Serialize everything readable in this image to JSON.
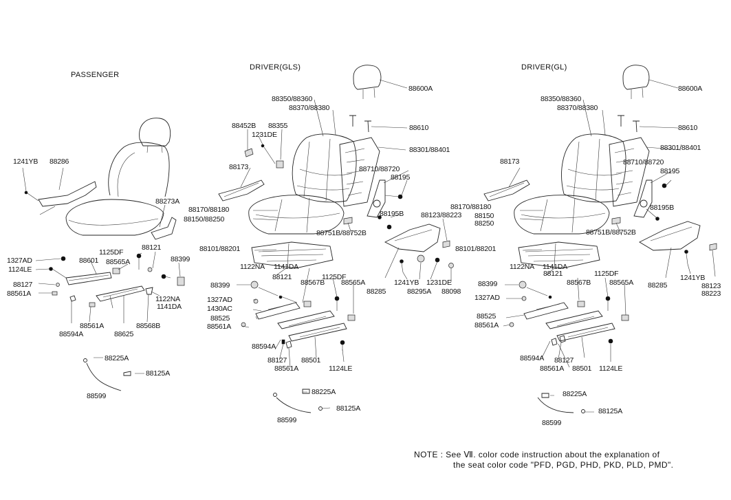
{
  "sections": {
    "passenger": "PASSENGER",
    "driver_gls": "DRIVER(GLS)",
    "driver_gl": "DRIVER(GL)"
  },
  "passenger_parts": {
    "p1241YB": "1241YB",
    "p88286": "88286",
    "p88273A": "88273A",
    "p1327AD": "1327AD",
    "p1124LE": "1124LE",
    "p88127": "88127",
    "p88561A_l": "88561A",
    "p88601": "88601",
    "p88565A": "88565A",
    "p1125DF": "1125DF",
    "p88121": "88121",
    "p88399": "88399",
    "p1122NA": "1122NA",
    "p1141DA": "1141DA",
    "p88561A_b": "88561A",
    "p88568B": "88568B",
    "p88594A": "88594A",
    "p88625": "88625",
    "p88225A": "88225A",
    "p88125A": "88125A",
    "p88599": "88599"
  },
  "gls_parts": {
    "g88350": "88350/88360",
    "g88370": "88370/88380",
    "g88600A": "88600A",
    "g88452B": "88452B",
    "g88355": "88355",
    "g1231DE_t": "1231DE",
    "g88610": "88610",
    "g88301": "88301/88401",
    "g88173": "88173",
    "g88710": "88710/88720",
    "g88195": "88195",
    "g88170": "88170/88180",
    "g88150": "88150/88250",
    "g88195B": "88195B",
    "g88123": "88123/88223",
    "g88751B": "88751B/88752B",
    "g88101": "88101/88201",
    "g1122NA": "1122NA",
    "g1141DA": "1141DA",
    "g88399": "88399",
    "g88121": "88121",
    "g1125DF": "1125DF",
    "g88567B": "88567B",
    "g88565A": "88565A",
    "g88285": "88285",
    "g1241YB": "1241YB",
    "g1231DE": "1231DE",
    "g88295A": "88295A",
    "g88098": "88098",
    "g1327AD": "1327AD",
    "g1430AC": "1430AC",
    "g88525": "88525",
    "g88561A": "88561A",
    "g88594A": "88594A",
    "g88127": "88127",
    "g88561A_b": "88561A",
    "g88501": "88501",
    "g1124LE": "1124LE",
    "g88225A": "88225A",
    "g88125A": "88125A",
    "g88599": "88599"
  },
  "gl_parts": {
    "r88350": "88350/88360",
    "r88370": "88370/88380",
    "r88600A": "88600A",
    "r88610": "88610",
    "r88301": "88301/88401",
    "r88173": "88173",
    "r88710": "88710/88720",
    "r88195": "88195",
    "r88170": "88170/88180",
    "r88150": "88150",
    "r88250": "88250",
    "r88195B": "88195B",
    "r88751B": "88751B/88752B",
    "r88101": "88101/88201",
    "r1122NA": "1122NA",
    "r1141DA": "1141DA",
    "r1125DF": "1125DF",
    "r88399": "88399",
    "r88121": "88121",
    "r88567B": "88567B",
    "r88565A": "88565A",
    "r88285": "88285",
    "r1241YB": "1241YB",
    "r88123": "88123",
    "r88223": "88223",
    "r1327AD": "1327AD",
    "r88525": "88525",
    "r88561A": "88561A",
    "r88594A": "88594A",
    "r88127": "88127",
    "r88561A_b": "88561A",
    "r88501": "88501",
    "r1124LE": "1124LE",
    "r88225A": "88225A",
    "r88125A": "88125A",
    "r88599": "88599"
  },
  "note": {
    "line1": "NOTE : See  Ⅶ. color code instruction about the explanation of",
    "line2": "the seat color code  \"PFD, PGD, PHD, PKD, PLD, PMD\"."
  }
}
